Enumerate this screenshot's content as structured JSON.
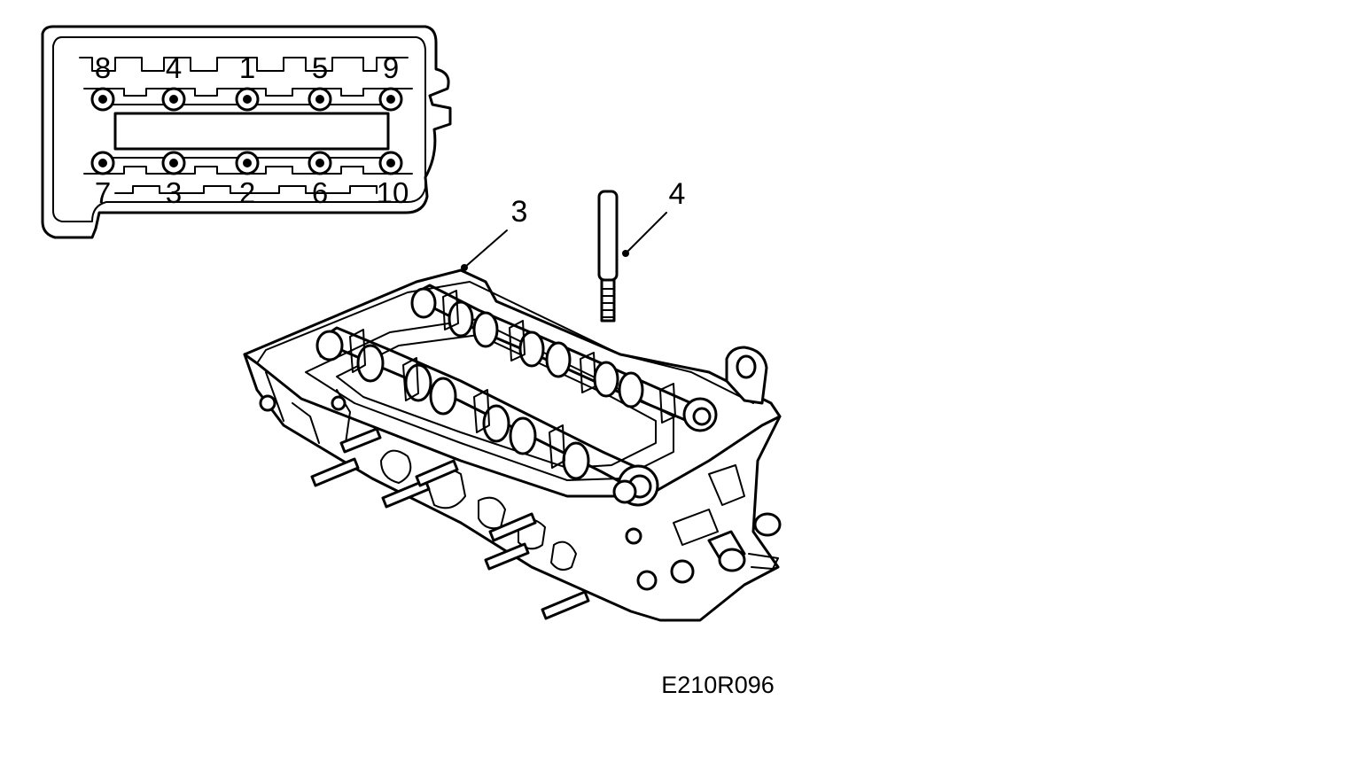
{
  "tightening_sequence": {
    "top_row": [
      "8",
      "4",
      "1",
      "5",
      "9"
    ],
    "bottom_row": [
      "7",
      "3",
      "2",
      "6",
      "10"
    ]
  },
  "callouts": {
    "cylinder_head_gasket": "3",
    "guide_pin": "4"
  },
  "figure_reference": "E210R096",
  "colors": {
    "line": "#000000",
    "background": "#ffffff"
  }
}
